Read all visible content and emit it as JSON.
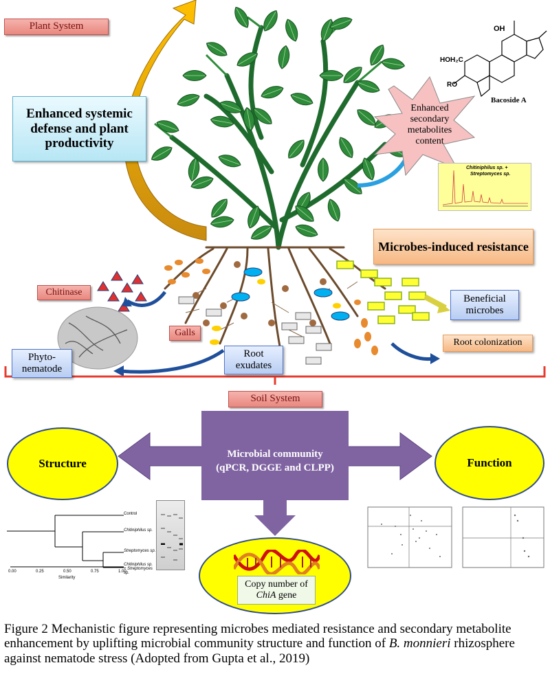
{
  "labels": {
    "plant_system": "Plant System",
    "soil_system": "Soil System",
    "enhanced_defense": "Enhanced systemic defense and plant productivity",
    "enhanced_secondary": "Enhanced secondary metabolites content",
    "bacoside": "Bacoside A",
    "chem_oh": "OH",
    "chem_hoh2c": "HOH₂C",
    "chem_ro": "RO",
    "microbes_induced": "Microbes-induced resistance",
    "chitinase": "Chitinase",
    "beneficial": "Beneficial microbes",
    "galls": "Galls",
    "root_exudates": "Root exudates",
    "root_colonization": "Root colonization",
    "phytonematode": "Phyto-nematode",
    "hplc_label_1": "Chitiniphilus sp. +",
    "hplc_label_2": "Streptomyces sp.",
    "microbial_community_1": "Microbial community",
    "microbial_community_2": "(qPCR, DGGE and CLPP)",
    "structure": "Structure",
    "function": "Function",
    "copy_number_1": "Copy number  of",
    "copy_number_gene": "ChiA",
    "copy_number_2": " gene"
  },
  "dendrogram": {
    "leaves": [
      "Control",
      "Chitiniphilus sp.",
      "Streptomyces sp.",
      "Chitiniphilus sp. + Streptomyces sp."
    ],
    "axis_label": "Similarity",
    "ticks": [
      "0.00",
      "0.25",
      "0.50",
      "0.75",
      "1.00"
    ]
  },
  "caption": {
    "part1": "Figure 2 Mechanistic figure representing microbes mediated resistance and secondary metabolite enhancement by uplifting microbial community structure and function of ",
    "species": "B. monnieri",
    "part2": " rhizosphere against nematode stress (Adopted from Gupta et al., 2019)"
  },
  "colors": {
    "plant_tag": "#c0504d",
    "arrow_orange": "#f0a51e",
    "arrow_purple": "#8064a2",
    "yellow": "#ffff00",
    "leaf_green": "#2e8b3a",
    "stem_green": "#1f6b2e",
    "root_brown": "#6b4a2c",
    "bracket_red": "#e63b2e"
  }
}
